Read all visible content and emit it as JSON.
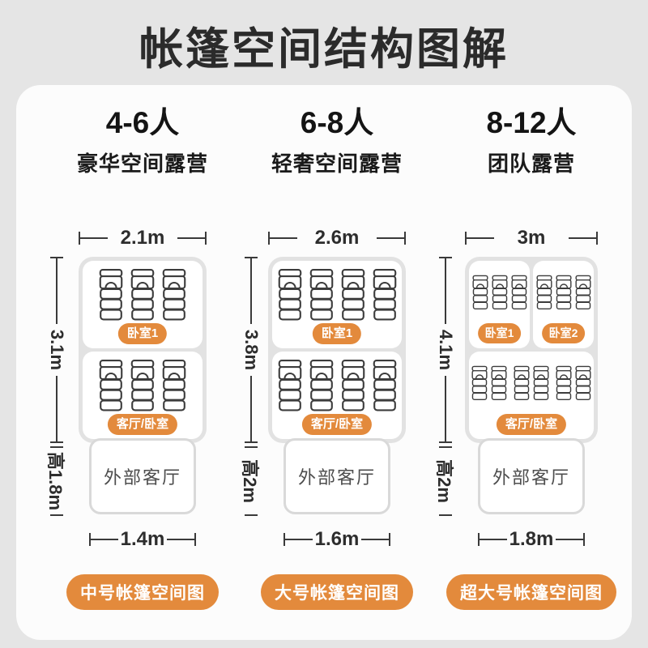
{
  "title": "帐篷空间结构图解",
  "accent_color": "#E38A3C",
  "background_color": "#E5E5E5",
  "columns": [
    {
      "capacity": "4-6人",
      "subtitle": "豪华空间露营",
      "top_width": "2.1m",
      "tent_height": "3.1m",
      "porch_height": "高1.8m",
      "porch_width": "1.4m",
      "porch_label": "外部客厅",
      "rooms": [
        {
          "label": "卧室1",
          "bags": 3
        },
        {
          "label": "客厅/卧室",
          "bags": 3
        }
      ],
      "size_tag": "中号帐篷空间图"
    },
    {
      "capacity": "6-8人",
      "subtitle": "轻奢空间露营",
      "top_width": "2.6m",
      "tent_height": "3.8m",
      "porch_height": "高2m",
      "porch_width": "1.6m",
      "porch_label": "外部客厅",
      "rooms": [
        {
          "label": "卧室1",
          "bags": 4
        },
        {
          "label": "客厅/卧室",
          "bags": 4
        }
      ],
      "size_tag": "大号帐篷空间图"
    },
    {
      "capacity": "8-12人",
      "subtitle": "团队露营",
      "top_width": "3m",
      "tent_height": "4.1m",
      "porch_height": "高2m",
      "porch_width": "1.8m",
      "porch_label": "外部客厅",
      "rooms": [
        {
          "label": "卧室1",
          "bags": 3
        },
        {
          "label": "卧室2",
          "bags": 3
        },
        {
          "label": "客厅/卧室",
          "bags": 6
        }
      ],
      "size_tag": "超大号帐篷空间图"
    }
  ]
}
